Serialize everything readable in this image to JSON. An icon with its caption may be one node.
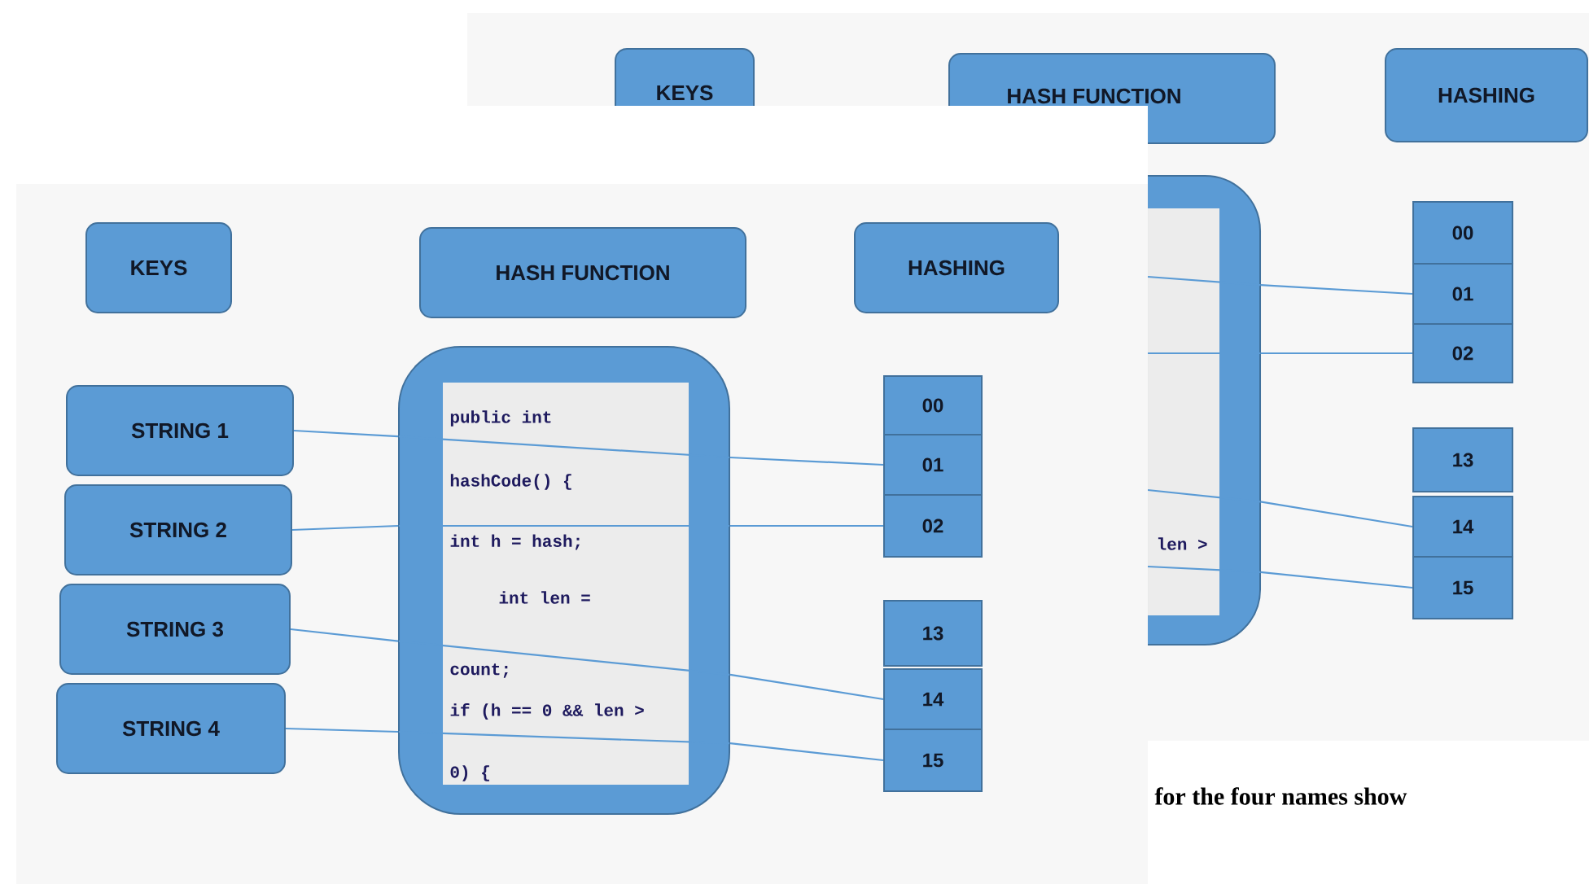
{
  "diagram": {
    "nodes": [
      {
        "text": [
          "KEYS"
        ]
      },
      {
        "text": [
          "HASH FUNCTION"
        ]
      },
      {
        "text": [
          "HASHING"
        ]
      },
      {
        "text": [
          "STRING 1"
        ]
      },
      {
        "text": [
          "STRING 2"
        ]
      },
      {
        "text": [
          "STRING 3"
        ]
      },
      {
        "text": [
          "STRING 4"
        ]
      },
      {
        "text": [
          "public int",
          "hashCode() {",
          "int h = hash;",
          "int len =",
          "count;",
          "if (h == 0 && len >",
          "0) {"
        ]
      },
      {
        "text": [
          "00"
        ]
      },
      {
        "text": [
          "01"
        ]
      },
      {
        "text": [
          "02"
        ]
      },
      {
        "text": [
          "13"
        ]
      },
      {
        "text": [
          "14"
        ]
      },
      {
        "text": [
          "15"
        ]
      },
      {
        "text": [
          "KEYS"
        ]
      },
      {
        "text": [
          "HASH FUNCTION"
        ]
      },
      {
        "text": [
          "HASHING"
        ]
      },
      {
        "text": [
          "len >"
        ]
      },
      {
        "text": [
          "00"
        ]
      },
      {
        "text": [
          "01"
        ]
      },
      {
        "text": [
          "02"
        ]
      },
      {
        "text": [
          "13"
        ]
      },
      {
        "text": [
          "14"
        ]
      },
      {
        "text": [
          "15"
        ]
      }
    ],
    "edges": [
      {
        "from": 3,
        "to": 7,
        "arrow": "none"
      },
      {
        "from": 4,
        "to": 7,
        "arrow": "none"
      },
      {
        "from": 5,
        "to": 7,
        "arrow": "none"
      },
      {
        "from": 6,
        "to": 7,
        "arrow": "none"
      },
      {
        "from": 7,
        "to": 9,
        "arrow": "none"
      },
      {
        "from": 7,
        "to": 10,
        "arrow": "none"
      },
      {
        "from": 7,
        "to": 12,
        "arrow": "none"
      },
      {
        "from": 7,
        "to": 13,
        "arrow": "none"
      },
      {
        "from": 17,
        "to": 19,
        "arrow": "none"
      },
      {
        "from": 17,
        "to": 20,
        "arrow": "none"
      },
      {
        "from": 17,
        "to": 22,
        "arrow": "none"
      },
      {
        "from": 17,
        "to": 23,
        "arrow": "none"
      }
    ],
    "labels": [
      "for the four names show"
    ]
  }
}
